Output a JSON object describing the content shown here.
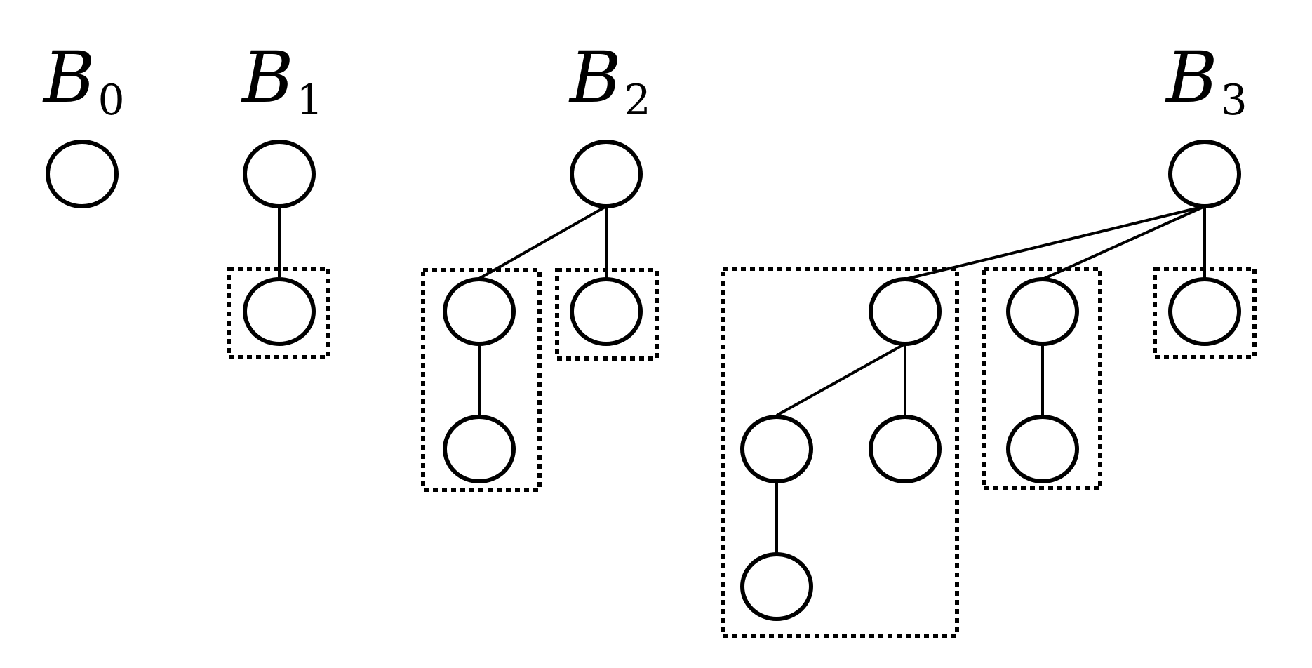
{
  "trees": [
    {
      "name": "B",
      "subscript": "0"
    },
    {
      "name": "B",
      "subscript": "1"
    },
    {
      "name": "B",
      "subscript": "2"
    },
    {
      "name": "B",
      "subscript": "3"
    }
  ],
  "style": {
    "stroke_color": "#000000",
    "background": "#ffffff"
  }
}
